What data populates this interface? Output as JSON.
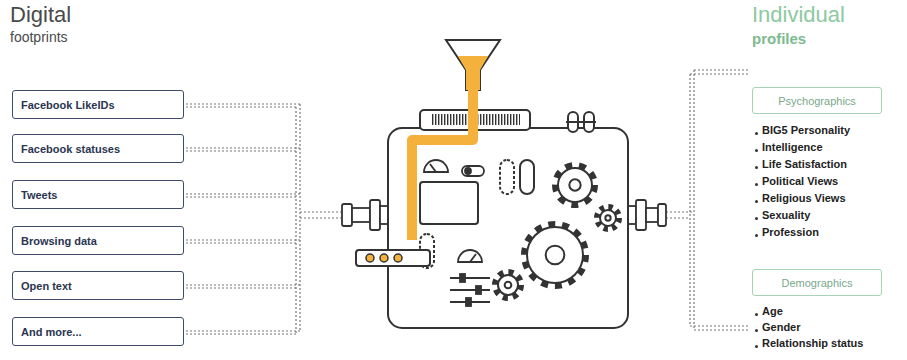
{
  "diagram": {
    "nodes": [
      {
        "text": [
          "Facebook LikeIDs"
        ]
      },
      {
        "text": [
          "Facebook statuses"
        ]
      },
      {
        "text": [
          "Tweets"
        ]
      },
      {
        "text": [
          "Browsing data"
        ]
      },
      {
        "text": [
          "Open text"
        ]
      },
      {
        "text": [
          "And more..."
        ]
      },
      {
        "text": [
          "Psychographics"
        ]
      },
      {
        "text": [
          "Demographics"
        ]
      }
    ],
    "labels": [
      "Digital",
      "footprints",
      "Individual",
      "profiles",
      "BIG5 Personality",
      "Intelligence",
      "Life Satisfaction",
      "Political Views",
      "Religious Views",
      "Sexuality",
      "Profession",
      "Age",
      "Gender",
      "Relationship status"
    ]
  }
}
